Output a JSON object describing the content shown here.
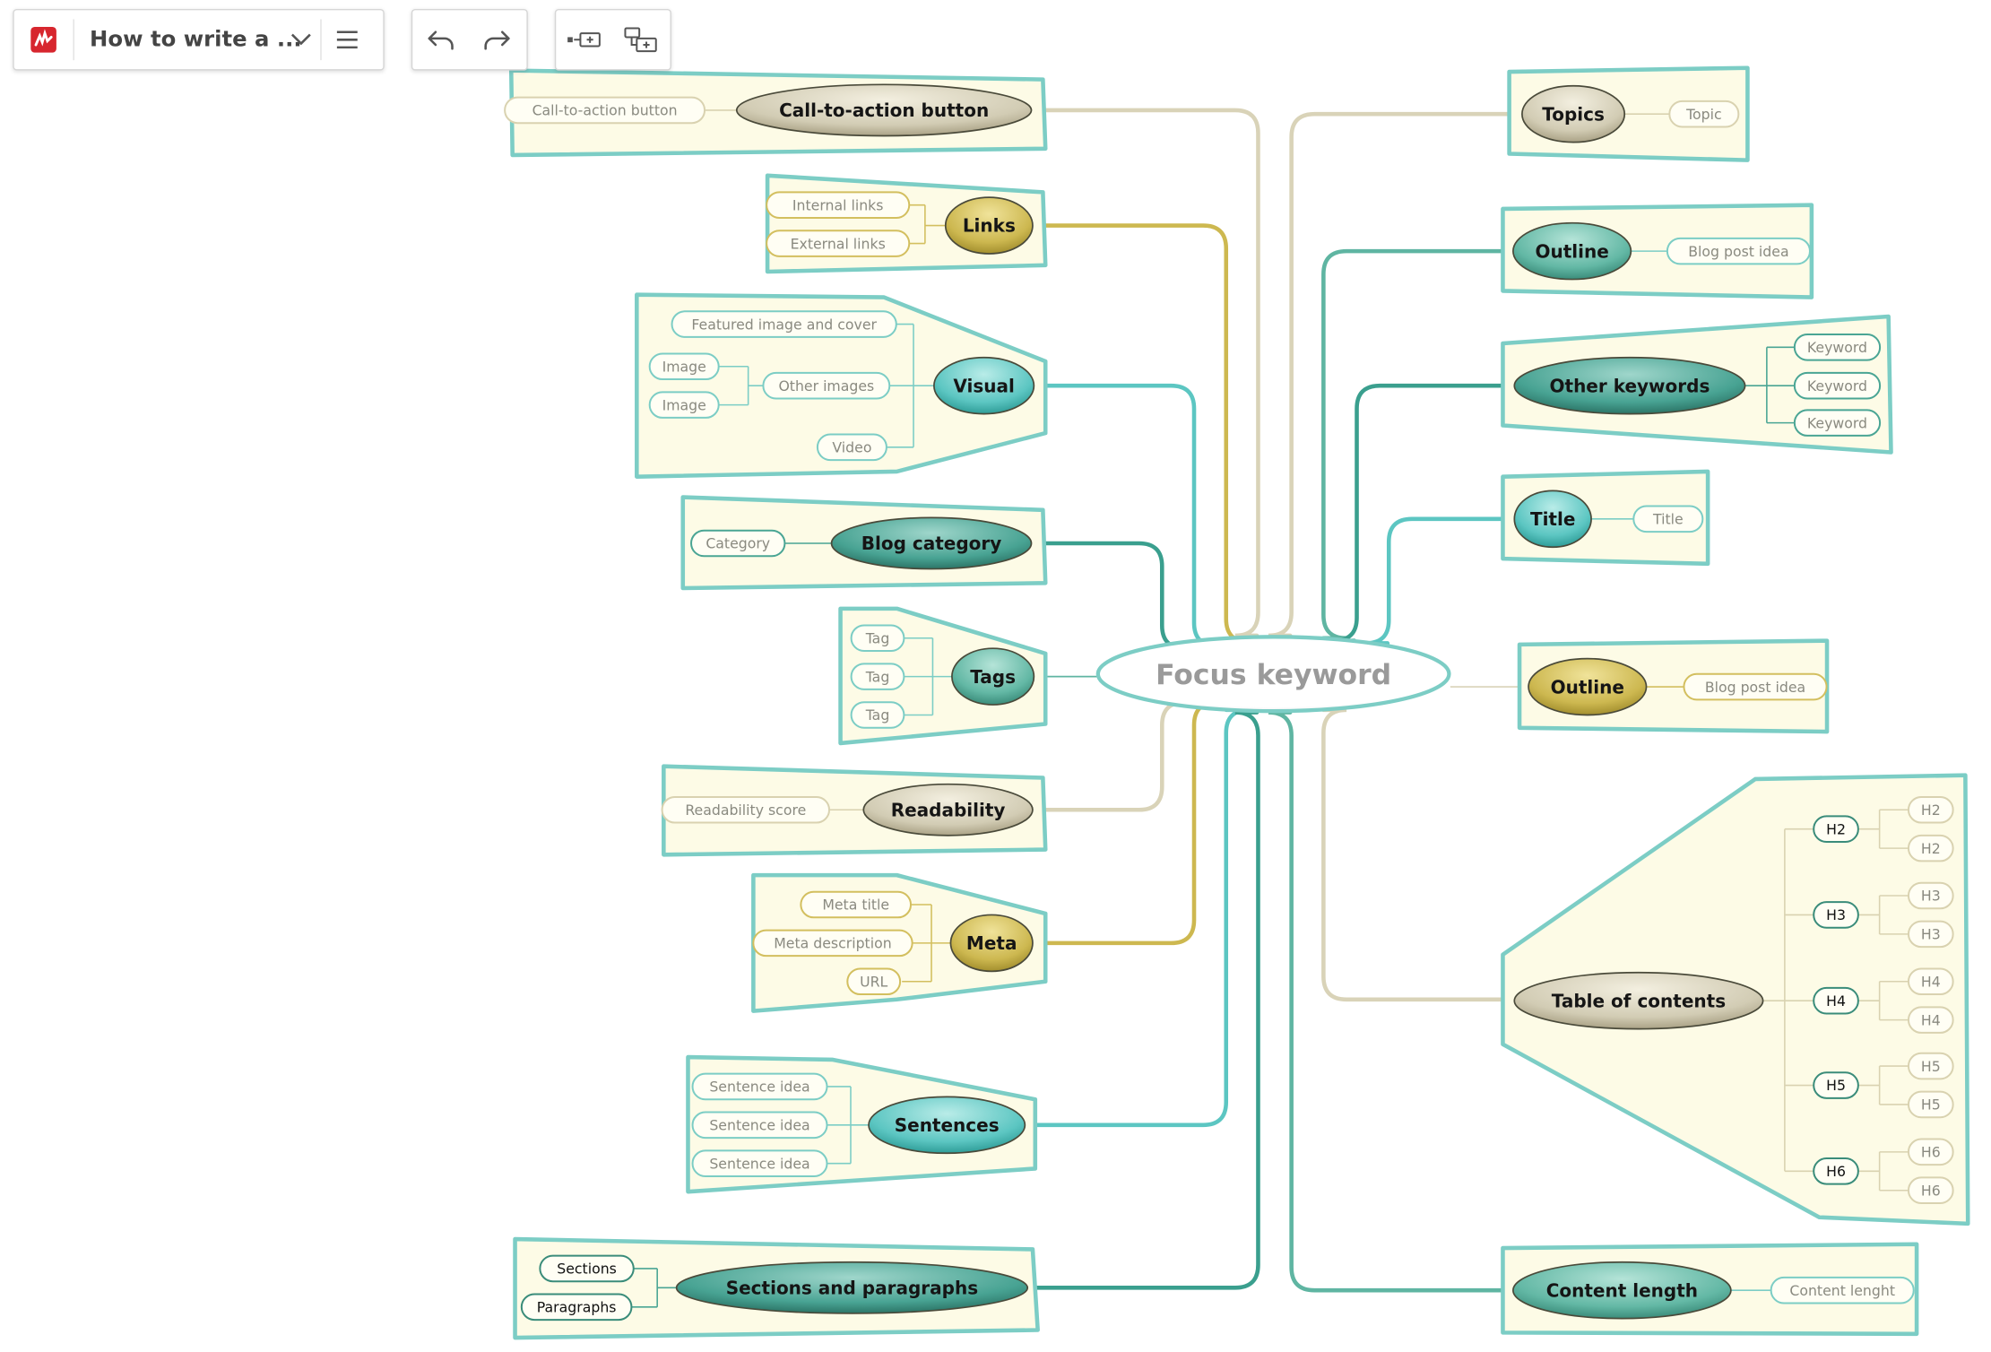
{
  "toolbar": {
    "document_title": "How to write a ...",
    "icons": {
      "app_logo": "app-logo-icon",
      "title_dropdown": "chevron-down-icon",
      "menu": "hamburger-menu-icon",
      "undo": "undo-icon",
      "redo": "redo-icon",
      "add_sibling": "add-sibling-topic-icon",
      "add_child": "add-child-topic-icon"
    }
  },
  "colors": {
    "frame_border": "#7ccdc5",
    "frame_fill": "#fdfbe6",
    "teal": "#3aa79a",
    "teal_light": "#5cc6c2",
    "gold": "#c9b44e",
    "beige": "#ccc6ae",
    "center_border": "#7ccdc5"
  },
  "central_topic": "Focus keyword",
  "branches": [
    {
      "id": "cta",
      "label": "Call-to-action button",
      "style": "beige",
      "subtopics": [
        "Call-to-action button"
      ]
    },
    {
      "id": "links",
      "label": "Links",
      "style": "gold",
      "subtopics": [
        "Internal links",
        "External links"
      ]
    },
    {
      "id": "visual",
      "label": "Visual",
      "style": "teal_light",
      "subtopics": [
        "Featured image and cover",
        "Other images",
        "Video"
      ],
      "nested": {
        "Other images": [
          "Image",
          "Image"
        ]
      }
    },
    {
      "id": "blog_category",
      "label": "Blog category",
      "style": "teal_dark",
      "subtopics": [
        "Category"
      ]
    },
    {
      "id": "tags",
      "label": "Tags",
      "style": "teal_mid",
      "subtopics": [
        "Tag",
        "Tag",
        "Tag"
      ]
    },
    {
      "id": "readability",
      "label": "Readability",
      "style": "beige",
      "subtopics": [
        "Readability score"
      ]
    },
    {
      "id": "meta",
      "label": "Meta",
      "style": "gold",
      "subtopics": [
        "Meta title",
        "Meta description",
        "URL"
      ]
    },
    {
      "id": "sentences",
      "label": "Sentences",
      "style": "teal_light",
      "subtopics": [
        "Sentence idea",
        "Sentence idea",
        "Sentence idea"
      ]
    },
    {
      "id": "sections",
      "label": "Sections and paragraphs",
      "style": "teal_dark",
      "subtopics": [
        "Sections",
        "Paragraphs"
      ]
    },
    {
      "id": "topics",
      "label": "Topics",
      "style": "beige",
      "subtopics": [
        "Topic"
      ]
    },
    {
      "id": "outline1",
      "label": "Outline",
      "style": "teal_mid",
      "subtopics": [
        "Blog post idea"
      ]
    },
    {
      "id": "other_keywords",
      "label": "Other keywords",
      "style": "teal_dark",
      "subtopics": [
        "Keyword",
        "Keyword",
        "Keyword"
      ]
    },
    {
      "id": "title",
      "label": "Title",
      "style": "teal_light",
      "subtopics": [
        "Title"
      ]
    },
    {
      "id": "outline2",
      "label": "Outline",
      "style": "gold",
      "subtopics": [
        "Blog post idea"
      ]
    },
    {
      "id": "toc",
      "label": "Table of contents",
      "style": "beige",
      "subtopics": [
        "H2",
        "H3",
        "H4",
        "H5",
        "H6"
      ],
      "nested": {
        "H2": [
          "H2",
          "H2"
        ],
        "H3": [
          "H3",
          "H3"
        ],
        "H4": [
          "H4",
          "H4"
        ],
        "H5": [
          "H5",
          "H5"
        ],
        "H6": [
          "H6",
          "H6"
        ]
      }
    },
    {
      "id": "content_length",
      "label": "Content length",
      "style": "teal_mid",
      "subtopics": [
        "Content lenght"
      ]
    }
  ]
}
